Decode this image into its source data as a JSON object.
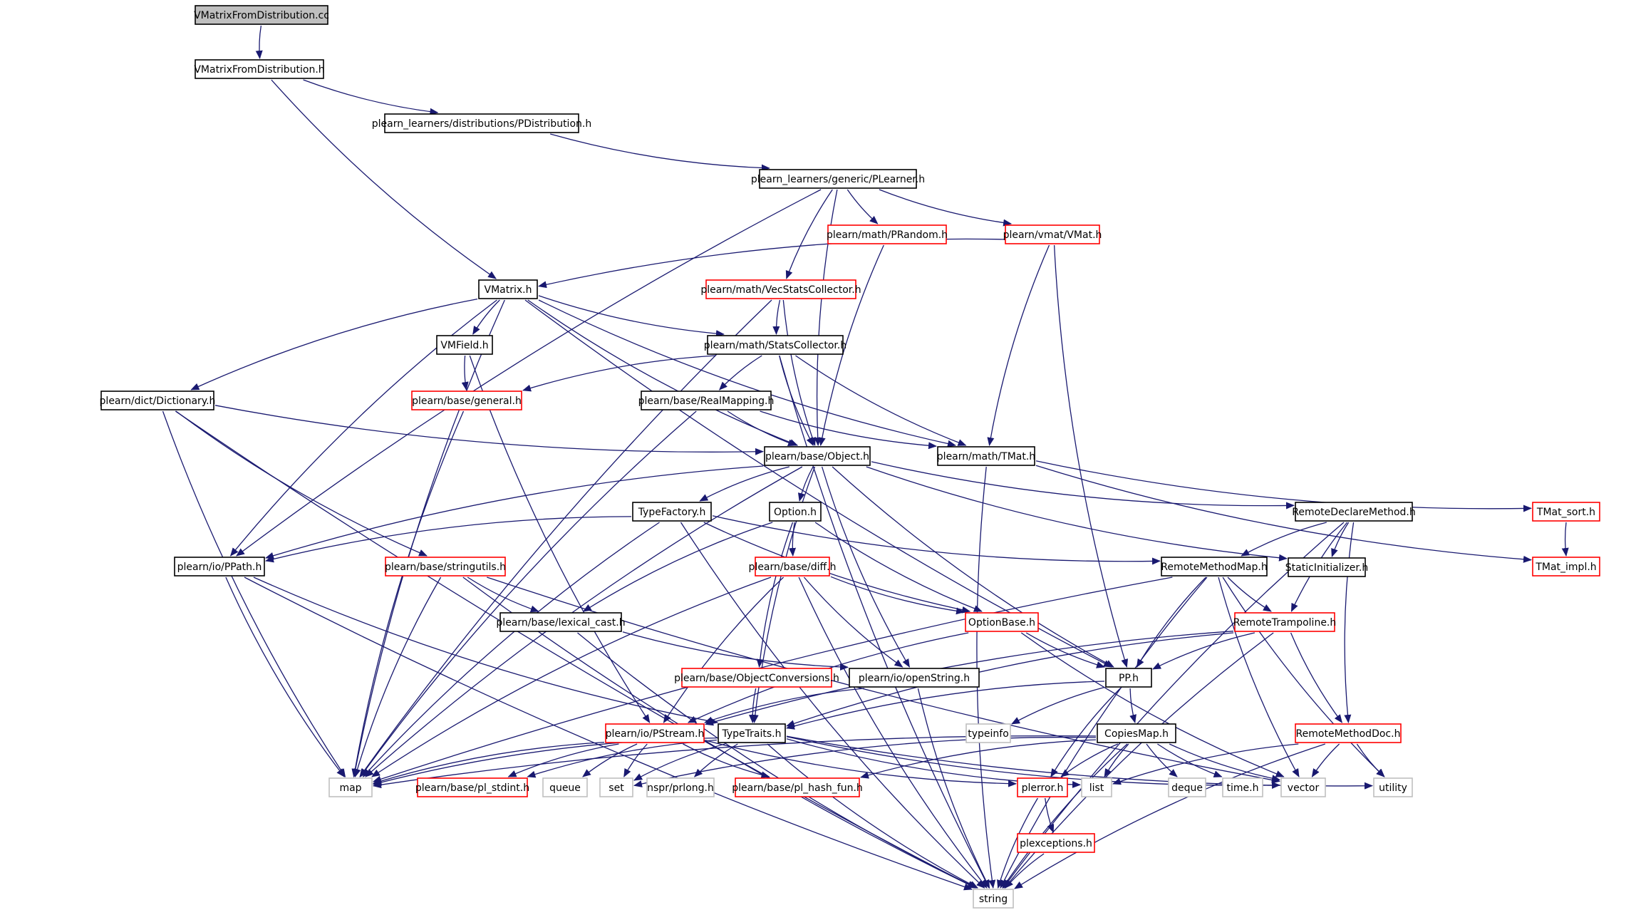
{
  "colors": {
    "edge": "#191970",
    "border_black": "#000000",
    "border_red": "#ff0000",
    "border_gray": "#bfbfbf",
    "root_fill": "#bfbfbf",
    "node_fill": "#ffffff",
    "text": "#000000"
  },
  "nodes": [
    {
      "id": "root",
      "label": "VMatrixFromDistribution.cc",
      "style": "root"
    },
    {
      "id": "vmfd_h",
      "label": "VMatrixFromDistribution.h",
      "style": "black"
    },
    {
      "id": "pdist",
      "label": "plearn_learners/distributions/PDistribution.h",
      "style": "black"
    },
    {
      "id": "plearner",
      "label": "plearn_learners/generic/PLearner.h",
      "style": "black"
    },
    {
      "id": "prandom",
      "label": "plearn/math/PRandom.h",
      "style": "red"
    },
    {
      "id": "vmat",
      "label": "plearn/vmat/VMat.h",
      "style": "red"
    },
    {
      "id": "vmatrix",
      "label": "VMatrix.h",
      "style": "black"
    },
    {
      "id": "vecstats",
      "label": "plearn/math/VecStatsCollector.h",
      "style": "red"
    },
    {
      "id": "vmfield",
      "label": "VMField.h",
      "style": "black"
    },
    {
      "id": "statscoll",
      "label": "plearn/math/StatsCollector.h",
      "style": "black"
    },
    {
      "id": "general",
      "label": "plearn/base/general.h",
      "style": "red"
    },
    {
      "id": "dictionary",
      "label": "plearn/dict/Dictionary.h",
      "style": "black"
    },
    {
      "id": "realmapping",
      "label": "plearn/base/RealMapping.h",
      "style": "black"
    },
    {
      "id": "object",
      "label": "plearn/base/Object.h",
      "style": "black"
    },
    {
      "id": "tmat",
      "label": "plearn/math/TMat.h",
      "style": "black"
    },
    {
      "id": "typefactory",
      "label": "TypeFactory.h",
      "style": "black"
    },
    {
      "id": "option",
      "label": "Option.h",
      "style": "black"
    },
    {
      "id": "remotedeclare",
      "label": "RemoteDeclareMethod.h",
      "style": "black"
    },
    {
      "id": "tmatsort",
      "label": "TMat_sort.h",
      "style": "red"
    },
    {
      "id": "ppath",
      "label": "plearn/io/PPath.h",
      "style": "black"
    },
    {
      "id": "stringutils",
      "label": "plearn/base/stringutils.h",
      "style": "red"
    },
    {
      "id": "diff",
      "label": "plearn/base/diff.h",
      "style": "red"
    },
    {
      "id": "remotemethodmap",
      "label": "RemoteMethodMap.h",
      "style": "black"
    },
    {
      "id": "staticinit",
      "label": "StaticInitializer.h",
      "style": "black"
    },
    {
      "id": "tmatimpl",
      "label": "TMat_impl.h",
      "style": "red"
    },
    {
      "id": "lexicalcast",
      "label": "plearn/base/lexical_cast.h",
      "style": "black"
    },
    {
      "id": "optionbase",
      "label": "OptionBase.h",
      "style": "red"
    },
    {
      "id": "remotetrampoline",
      "label": "RemoteTrampoline.h",
      "style": "red"
    },
    {
      "id": "objconv",
      "label": "plearn/base/ObjectConversions.h",
      "style": "red"
    },
    {
      "id": "openstring",
      "label": "plearn/io/openString.h",
      "style": "black"
    },
    {
      "id": "pp",
      "label": "PP.h",
      "style": "black"
    },
    {
      "id": "pstream",
      "label": "plearn/io/PStream.h",
      "style": "red"
    },
    {
      "id": "typetraits",
      "label": "TypeTraits.h",
      "style": "black"
    },
    {
      "id": "typeinfo",
      "label": "typeinfo",
      "style": "gray"
    },
    {
      "id": "copiesmap",
      "label": "CopiesMap.h",
      "style": "black"
    },
    {
      "id": "remotemethoddoc",
      "label": "RemoteMethodDoc.h",
      "style": "red"
    },
    {
      "id": "map",
      "label": "map",
      "style": "gray"
    },
    {
      "id": "plstdint",
      "label": "plearn/base/pl_stdint.h",
      "style": "red"
    },
    {
      "id": "queue",
      "label": "queue",
      "style": "gray"
    },
    {
      "id": "set",
      "label": "set",
      "style": "gray"
    },
    {
      "id": "prlong",
      "label": "nspr/prlong.h",
      "style": "gray"
    },
    {
      "id": "plhashfun",
      "label": "plearn/base/pl_hash_fun.h",
      "style": "red"
    },
    {
      "id": "plerror",
      "label": "plerror.h",
      "style": "red"
    },
    {
      "id": "list",
      "label": "list",
      "style": "gray"
    },
    {
      "id": "deque",
      "label": "deque",
      "style": "gray"
    },
    {
      "id": "timeh",
      "label": "time.h",
      "style": "gray"
    },
    {
      "id": "vector",
      "label": "vector",
      "style": "gray"
    },
    {
      "id": "utility",
      "label": "utility",
      "style": "gray"
    },
    {
      "id": "plexceptions",
      "label": "plexceptions.h",
      "style": "red"
    },
    {
      "id": "string",
      "label": "string",
      "style": "gray"
    }
  ],
  "edges": [
    [
      "root",
      "vmfd_h"
    ],
    [
      "vmfd_h",
      "pdist"
    ],
    [
      "vmfd_h",
      "vmatrix"
    ],
    [
      "pdist",
      "plearner"
    ],
    [
      "plearner",
      "prandom"
    ],
    [
      "plearner",
      "vmat"
    ],
    [
      "plearner",
      "vecstats"
    ],
    [
      "plearner",
      "object"
    ],
    [
      "plearner",
      "ppath"
    ],
    [
      "prandom",
      "object"
    ],
    [
      "vmat",
      "vmatrix"
    ],
    [
      "vmat",
      "tmat"
    ],
    [
      "vmat",
      "pp"
    ],
    [
      "vmatrix",
      "vmfield"
    ],
    [
      "vmatrix",
      "statscoll"
    ],
    [
      "vmatrix",
      "dictionary"
    ],
    [
      "vmatrix",
      "object"
    ],
    [
      "vmatrix",
      "tmat"
    ],
    [
      "vmatrix",
      "ppath"
    ],
    [
      "vmatrix",
      "map"
    ],
    [
      "vmatrix",
      "pp"
    ],
    [
      "vecstats",
      "statscoll"
    ],
    [
      "vecstats",
      "object"
    ],
    [
      "vecstats",
      "map"
    ],
    [
      "vmfield",
      "general"
    ],
    [
      "vmfield",
      "pstream"
    ],
    [
      "statscoll",
      "general"
    ],
    [
      "statscoll",
      "realmapping"
    ],
    [
      "statscoll",
      "object"
    ],
    [
      "statscoll",
      "tmat"
    ],
    [
      "statscoll",
      "string"
    ],
    [
      "general",
      "map"
    ],
    [
      "dictionary",
      "object"
    ],
    [
      "dictionary",
      "stringutils"
    ],
    [
      "dictionary",
      "map"
    ],
    [
      "dictionary",
      "string"
    ],
    [
      "realmapping",
      "object"
    ],
    [
      "realmapping",
      "tmat"
    ],
    [
      "realmapping",
      "map"
    ],
    [
      "object",
      "typefactory"
    ],
    [
      "object",
      "option"
    ],
    [
      "object",
      "remotedeclare"
    ],
    [
      "object",
      "staticinit"
    ],
    [
      "object",
      "ppath"
    ],
    [
      "object",
      "openstring"
    ],
    [
      "object",
      "pp"
    ],
    [
      "object",
      "map"
    ],
    [
      "object",
      "typetraits"
    ],
    [
      "tmat",
      "tmatsort"
    ],
    [
      "tmat",
      "tmatimpl"
    ],
    [
      "tmat",
      "string"
    ],
    [
      "typefactory",
      "ppath"
    ],
    [
      "typefactory",
      "remotemethodmap"
    ],
    [
      "typefactory",
      "optionbase"
    ],
    [
      "typefactory",
      "map"
    ],
    [
      "typefactory",
      "string"
    ],
    [
      "option",
      "diff"
    ],
    [
      "option",
      "optionbase"
    ],
    [
      "option",
      "lexicalcast"
    ],
    [
      "option",
      "objconv"
    ],
    [
      "remotedeclare",
      "remotemethodmap"
    ],
    [
      "remotedeclare",
      "staticinit"
    ],
    [
      "remotedeclare",
      "remotetrampoline"
    ],
    [
      "remotedeclare",
      "remotemethoddoc"
    ],
    [
      "remotedeclare",
      "string"
    ],
    [
      "tmatsort",
      "tmatimpl"
    ],
    [
      "ppath",
      "typetraits"
    ],
    [
      "ppath",
      "map"
    ],
    [
      "ppath",
      "string"
    ],
    [
      "stringutils",
      "lexicalcast"
    ],
    [
      "stringutils",
      "map"
    ],
    [
      "stringutils",
      "string"
    ],
    [
      "stringutils",
      "vector"
    ],
    [
      "diff",
      "optionbase"
    ],
    [
      "diff",
      "openstring"
    ],
    [
      "diff",
      "pstream"
    ],
    [
      "diff",
      "map"
    ],
    [
      "diff",
      "string"
    ],
    [
      "remotemethodmap",
      "remotetrampoline"
    ],
    [
      "remotemethodmap",
      "pp"
    ],
    [
      "remotemethodmap",
      "map"
    ],
    [
      "remotemethodmap",
      "string"
    ],
    [
      "remotemethodmap",
      "vector"
    ],
    [
      "remotemethodmap",
      "utility"
    ],
    [
      "lexicalcast",
      "openstring"
    ],
    [
      "lexicalcast",
      "string"
    ],
    [
      "optionbase",
      "pp"
    ],
    [
      "optionbase",
      "pstream"
    ],
    [
      "optionbase",
      "vector"
    ],
    [
      "remotetrampoline",
      "pp"
    ],
    [
      "remotetrampoline",
      "remotemethoddoc"
    ],
    [
      "remotetrampoline",
      "pstream"
    ],
    [
      "remotetrampoline",
      "typetraits"
    ],
    [
      "remotetrampoline",
      "string"
    ],
    [
      "objconv",
      "typetraits"
    ],
    [
      "openstring",
      "pstream"
    ],
    [
      "openstring",
      "string"
    ],
    [
      "pp",
      "typetraits"
    ],
    [
      "pp",
      "typeinfo"
    ],
    [
      "pp",
      "copiesmap"
    ],
    [
      "pp",
      "plerror"
    ],
    [
      "pstream",
      "map"
    ],
    [
      "pstream",
      "plstdint"
    ],
    [
      "pstream",
      "set"
    ],
    [
      "pstream",
      "queue"
    ],
    [
      "pstream",
      "plhashfun"
    ],
    [
      "pstream",
      "plerror"
    ],
    [
      "typetraits",
      "map"
    ],
    [
      "typetraits",
      "set"
    ],
    [
      "typetraits",
      "prlong"
    ],
    [
      "typetraits",
      "list"
    ],
    [
      "typetraits",
      "vector"
    ],
    [
      "typetraits",
      "string"
    ],
    [
      "typetraits",
      "plstdint"
    ],
    [
      "typetraits",
      "utility"
    ],
    [
      "copiesmap",
      "map"
    ],
    [
      "copiesmap",
      "set"
    ],
    [
      "copiesmap",
      "plhashfun"
    ],
    [
      "copiesmap",
      "plerror"
    ],
    [
      "copiesmap",
      "list"
    ],
    [
      "copiesmap",
      "deque"
    ],
    [
      "copiesmap",
      "timeh"
    ],
    [
      "copiesmap",
      "vector"
    ],
    [
      "copiesmap",
      "string"
    ],
    [
      "remotemethoddoc",
      "list"
    ],
    [
      "remotemethoddoc",
      "vector"
    ],
    [
      "remotemethoddoc",
      "utility"
    ],
    [
      "remotemethoddoc",
      "string"
    ],
    [
      "plerror",
      "plexceptions"
    ],
    [
      "plerror",
      "string"
    ],
    [
      "plexceptions",
      "string"
    ]
  ]
}
